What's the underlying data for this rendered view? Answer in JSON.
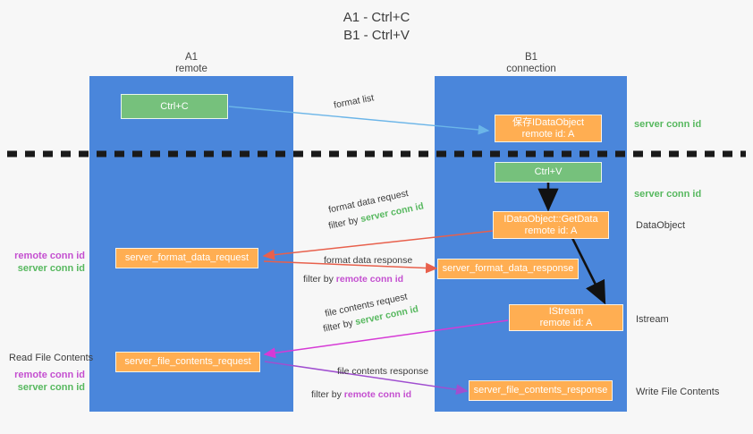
{
  "title": {
    "line1": "A1 - Ctrl+C",
    "line2": "B1 - Ctrl+V"
  },
  "columns": [
    {
      "name": "A1",
      "sub": "remote"
    },
    {
      "name": "B1",
      "sub": "connection"
    }
  ],
  "boxes": [
    {
      "id": "ctrl-c",
      "line1": "Ctrl+C",
      "line2": "",
      "color": "#76c17c"
    },
    {
      "id": "save-idataobject",
      "line1": "保存IDataObject",
      "line2": "remote id: A",
      "color": "#ffae52"
    },
    {
      "id": "ctrl-v",
      "line1": "Ctrl+V",
      "line2": "",
      "color": "#76c17c"
    },
    {
      "id": "idataobject-getdata",
      "line1": "IDataObject::GetData",
      "line2": "remote id: A",
      "color": "#ffae52"
    },
    {
      "id": "server-format-data-request",
      "line1": "server_format_data_request",
      "line2": "",
      "color": "#ffae52"
    },
    {
      "id": "server-format-data-response",
      "line1": "server_format_data_response",
      "line2": "",
      "color": "#ffae52"
    },
    {
      "id": "istream",
      "line1": "IStream",
      "line2": "remote id: A",
      "color": "#ffae52"
    },
    {
      "id": "server-file-contents-request",
      "line1": "server_file_contents_request",
      "line2": "",
      "color": "#ffae52"
    },
    {
      "id": "server-file-contents-response",
      "line1": "server_file_contents_response",
      "line2": "",
      "color": "#ffae52"
    }
  ],
  "edge_labels": {
    "format_list": "format list",
    "format_data_request": "format data request",
    "format_data_request_filter_prefix": "filter by ",
    "format_data_request_filter_value": "server conn id",
    "format_data_response": "format data response",
    "format_data_response_filter_prefix": "filter by ",
    "format_data_response_filter_value": "remote conn id",
    "file_contents_request": "file contents request",
    "file_contents_request_filter_prefix": "filter by ",
    "file_contents_request_filter_value": "server conn id",
    "file_contents_response": "file contents response",
    "file_contents_response_filter_prefix": "filter by ",
    "file_contents_response_filter_value": "remote conn id"
  },
  "right_labels": [
    {
      "id": "server-conn-id-top",
      "text": "server conn id",
      "style": "green"
    },
    {
      "id": "server-conn-id-mid",
      "text": "server conn id",
      "style": "green"
    },
    {
      "id": "dataobject",
      "text": "DataObject",
      "style": "plain"
    },
    {
      "id": "istream-label",
      "text": "Istream",
      "style": "plain"
    },
    {
      "id": "write-file-contents",
      "text": "Write File Contents",
      "style": "plain"
    }
  ],
  "left_labels": {
    "conn_pair_top": {
      "remote": "remote conn id",
      "server": "server conn id"
    },
    "read_file_contents": "Read File Contents",
    "conn_pair_bottom": {
      "remote": "remote conn id",
      "server": "server conn id"
    }
  },
  "colors": {
    "lane": "#4a86db",
    "green_box": "#76c17c",
    "orange_box": "#ffae52",
    "green_text": "#57b85f",
    "purple_text": "#c44fd0",
    "light_blue_arrow": "#6bb5e8",
    "red_arrow": "#e8604c",
    "magenta_arrow": "#d63ad6",
    "purple_arrow": "#a04fd0",
    "black_arrow": "#111111",
    "background": "#f7f7f7"
  }
}
